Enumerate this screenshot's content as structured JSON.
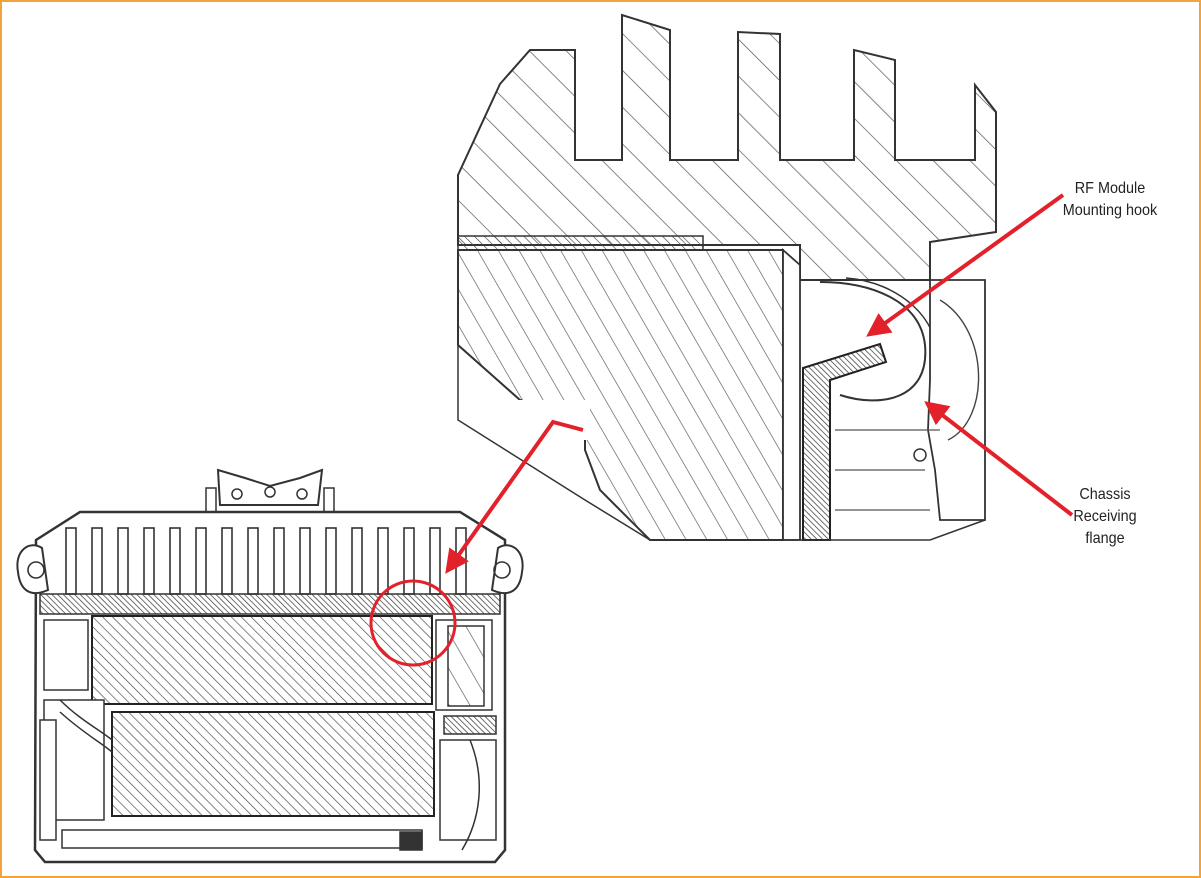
{
  "labels": {
    "hook": {
      "line1": "RF Module",
      "line2": "Mounting hook"
    },
    "flange": {
      "line1": "Chassis",
      "line2": "Receiving",
      "line3": "flange"
    }
  },
  "colors": {
    "frame": "#f2a33a",
    "arrow": "#e3212b",
    "line": "#333333",
    "hatch": "#4a4a4a"
  }
}
